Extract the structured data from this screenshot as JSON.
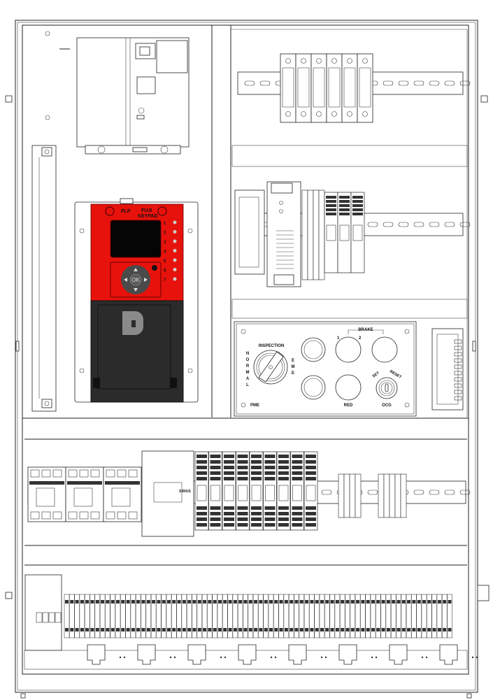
{
  "drive": {
    "brand_left": "PLP",
    "brand_right_1": "FUJI",
    "brand_right_2": "KEYPAD",
    "ok_label": "OK",
    "led_numbers": [
      "1",
      "2",
      "3",
      "4",
      "5",
      "6",
      "7"
    ],
    "colors": {
      "keypad": "#e8120c",
      "body": "#2b2b2b",
      "screen": "#050505"
    }
  },
  "control_station": {
    "inspection": "INSPECTION",
    "normal_letters": [
      "N",
      "O",
      "R",
      "M",
      "A",
      "L"
    ],
    "eme_letters": [
      "E",
      "M",
      "E"
    ],
    "brake": "BRAKE",
    "brake_1": "1",
    "brake_2": "2",
    "pme": "PME",
    "red": "RED",
    "set": "SET",
    "reset": "RESET",
    "ocg": "OCG"
  },
  "relay": {
    "brand": "SIRIUS"
  }
}
